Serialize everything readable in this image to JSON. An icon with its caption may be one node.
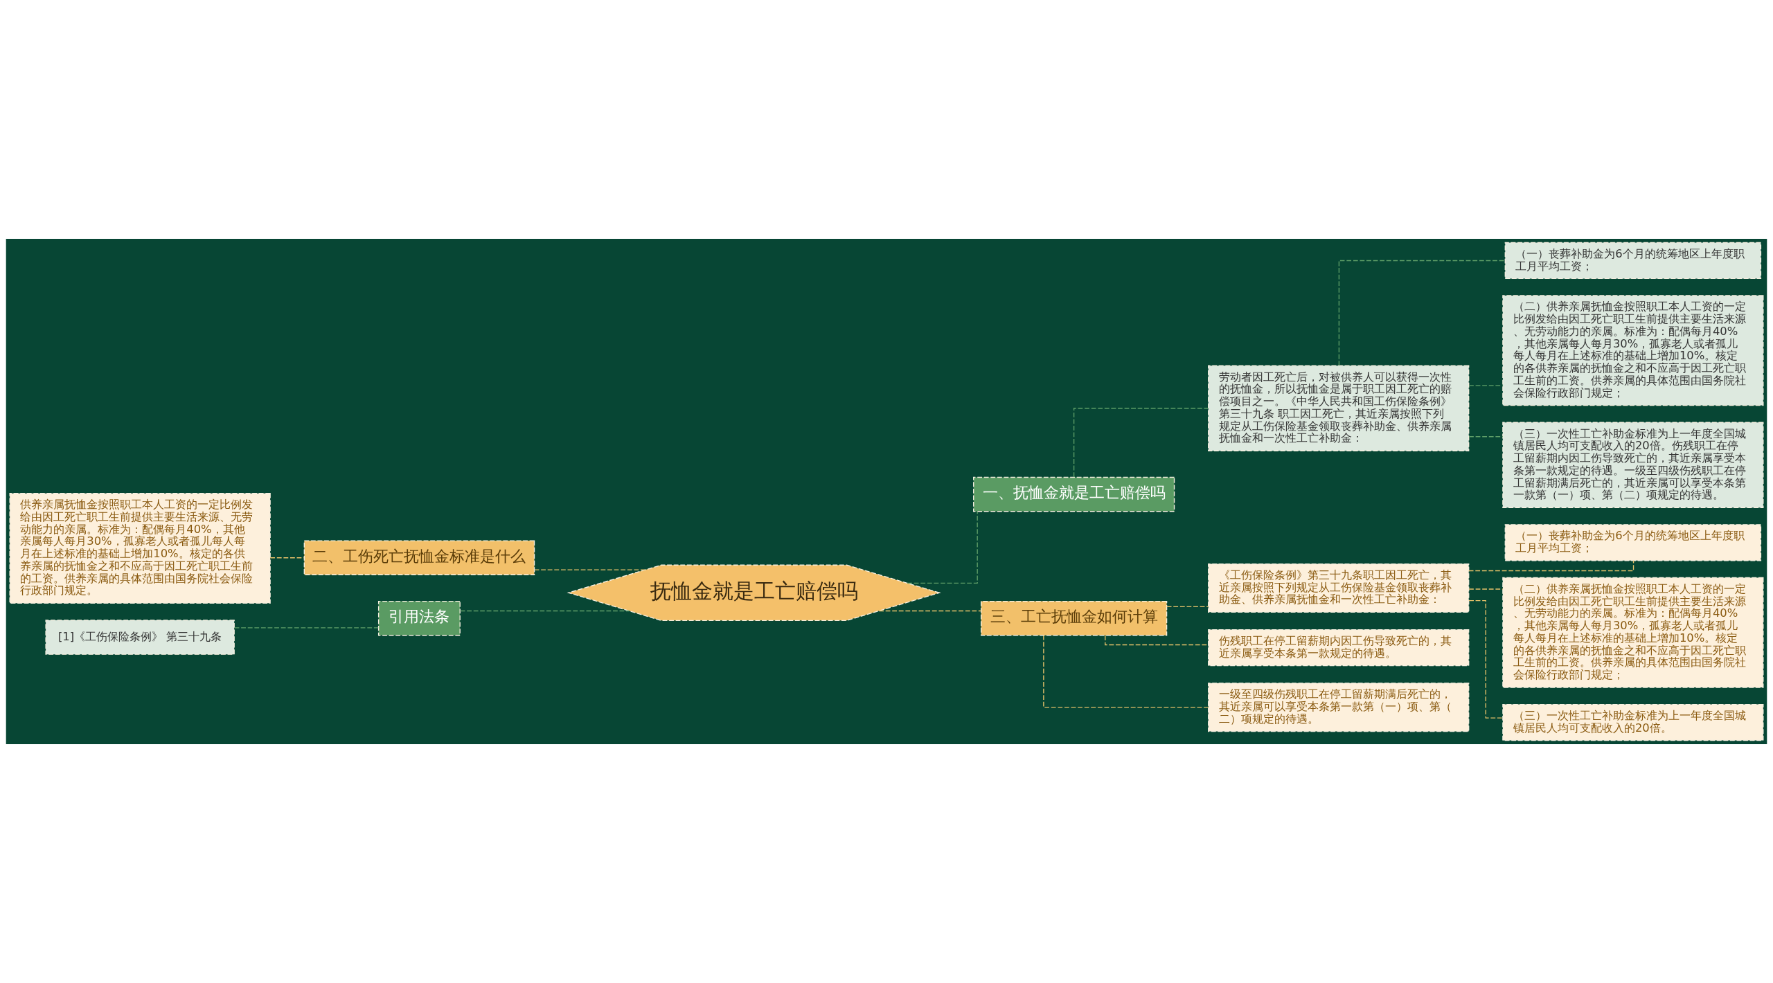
{
  "diagram": {
    "nodes": [
      {
        "text": [
          "抚恤金就是工亡赔偿吗"
        ]
      },
      {
        "text": [
          "一、抚恤金就是工亡赔偿吗"
        ]
      },
      {
        "text": [
          "劳动者因工死亡后，对被供养人可以获得一次性的抚恤金，所以抚恤金是属于职工因工死亡的赔偿项目之一。《中华人民共和国工伤保险条例》第三十九条 职工因工死亡，其近亲属按照下列规定从工伤保险基金领取丧葬补助金、供养亲属抚恤金和一次性工亡补助金："
        ]
      },
      {
        "text": [
          "（一）丧葬补助金为6个月的统筹地区上年度职工月平均工资；"
        ]
      },
      {
        "text": [
          "（二）供养亲属抚恤金按照职工本人工资的一定比例发给由因工死亡职工生前提供主要生活来源、无劳动能力的亲属。标准为：配偶每月40%，其他亲属每人每月30%，孤寡老人或者孤儿每人每月在上述标准的基础上增加10%。核定的各供养亲属的抚恤金之和不应高于因工死亡职工生前的工资。供养亲属的具体范围由国务院社会保险行政部门规定；"
        ]
      },
      {
        "text": [
          "（三）一次性工亡补助金标准为上一年度全国城镇居民人均可支配收入的20倍。伤残职工在停工留薪期内因工伤导致死亡的，其近亲属享受本条第一款规定的待遇。一级至四级伤残职工在停工留薪期满后死亡的，其近亲属可以享受本条第一款第（一）项、第（二）项规定的待遇。"
        ]
      },
      {
        "text": [
          "二、工伤死亡抚恤金标准是什么"
        ]
      },
      {
        "text": [
          "供养亲属抚恤金按照职工本人工资的一定比例发给由因工死亡职工生前提供主要生活来源、无劳动能力的亲属。标准为：配偶每月40%，其他亲属每人每月30%，孤寡老人或者孤儿每人每月在上述标准的基础上增加10%。核定的各供养亲属的抚恤金之和不应高于因工死亡职工生前的工资。供养亲属的具体范围由国务院社会保险行政部门规定。"
        ]
      },
      {
        "text": [
          "引用法条"
        ]
      },
      {
        "text": [
          "[1]《工伤保险条例》 第三十九条"
        ]
      },
      {
        "text": [
          "三、工亡抚恤金如何计算"
        ]
      },
      {
        "text": [
          "《工伤保险条例》第三十九条职工因工死亡，其近亲属按照下列规定从工伤保险基金领取丧葬补助金、供养亲属抚恤金和一次性工亡补助金："
        ]
      },
      {
        "text": [
          "（一）丧葬补助金为6个月的统筹地区上年度职工月平均工资；"
        ]
      },
      {
        "text": [
          "（二）供养亲属抚恤金按照职工本人工资的一定比例发给由因工死亡职工生前提供主要生活来源、无劳动能力的亲属。标准为：配偶每月40%，其他亲属每人每月30%，孤寡老人或者孤儿每人每月在上述标准的基础上增加10%。核定的各供养亲属的抚恤金之和不应高于因工死亡职工生前的工资。供养亲属的具体范围由国务院社会保险行政部门规定；"
        ]
      },
      {
        "text": [
          "（三）一次性工亡补助金标准为上一年度全国城镇居民人均可支配收入的20倍。"
        ]
      },
      {
        "text": [
          "伤残职工在停工留薪期内因工伤导致死亡的，其近亲属享受本条第一款规定的待遇。"
        ]
      },
      {
        "text": [
          "一级至四级伤残职工在停工留薪期满后死亡的，其近亲属可以享受本条第一款第（一）项、第（二）项规定的待遇。"
        ]
      }
    ],
    "edges": [
      {
        "from": 0,
        "to": 1,
        "arrow": "none",
        "style": "dashed",
        "color": "#5f9f68"
      },
      {
        "from": 1,
        "to": 2,
        "arrow": "none",
        "style": "dashed",
        "color": "#5f9f68"
      },
      {
        "from": 2,
        "to": 3,
        "arrow": "none",
        "style": "dashed",
        "color": "#5f9f68"
      },
      {
        "from": 2,
        "to": 4,
        "arrow": "none",
        "style": "dashed",
        "color": "#5f9f68"
      },
      {
        "from": 2,
        "to": 5,
        "arrow": "none",
        "style": "dashed",
        "color": "#5f9f68"
      },
      {
        "from": 0,
        "to": 6,
        "arrow": "none",
        "style": "dashed"
      },
      {
        "from": 6,
        "to": 7,
        "arrow": "none",
        "style": "dashed"
      },
      {
        "from": 0,
        "to": 8,
        "arrow": "none",
        "style": "dashed",
        "color": "#5f9f68"
      },
      {
        "from": 8,
        "to": 9,
        "arrow": "none",
        "style": "dashed",
        "color": "#5f9f68"
      },
      {
        "from": 0,
        "to": 10,
        "arrow": "none",
        "style": "dashed"
      },
      {
        "from": 10,
        "to": 11,
        "arrow": "none",
        "style": "dashed"
      },
      {
        "from": 11,
        "to": 12,
        "arrow": "none",
        "style": "dashed"
      },
      {
        "from": 11,
        "to": 13,
        "arrow": "none",
        "style": "dashed"
      },
      {
        "from": 11,
        "to": 14,
        "arrow": "none",
        "style": "dashed"
      },
      {
        "from": 10,
        "to": 15,
        "arrow": "none",
        "style": "dashed"
      },
      {
        "from": 10,
        "to": 16,
        "arrow": "none",
        "style": "dashed"
      }
    ]
  }
}
